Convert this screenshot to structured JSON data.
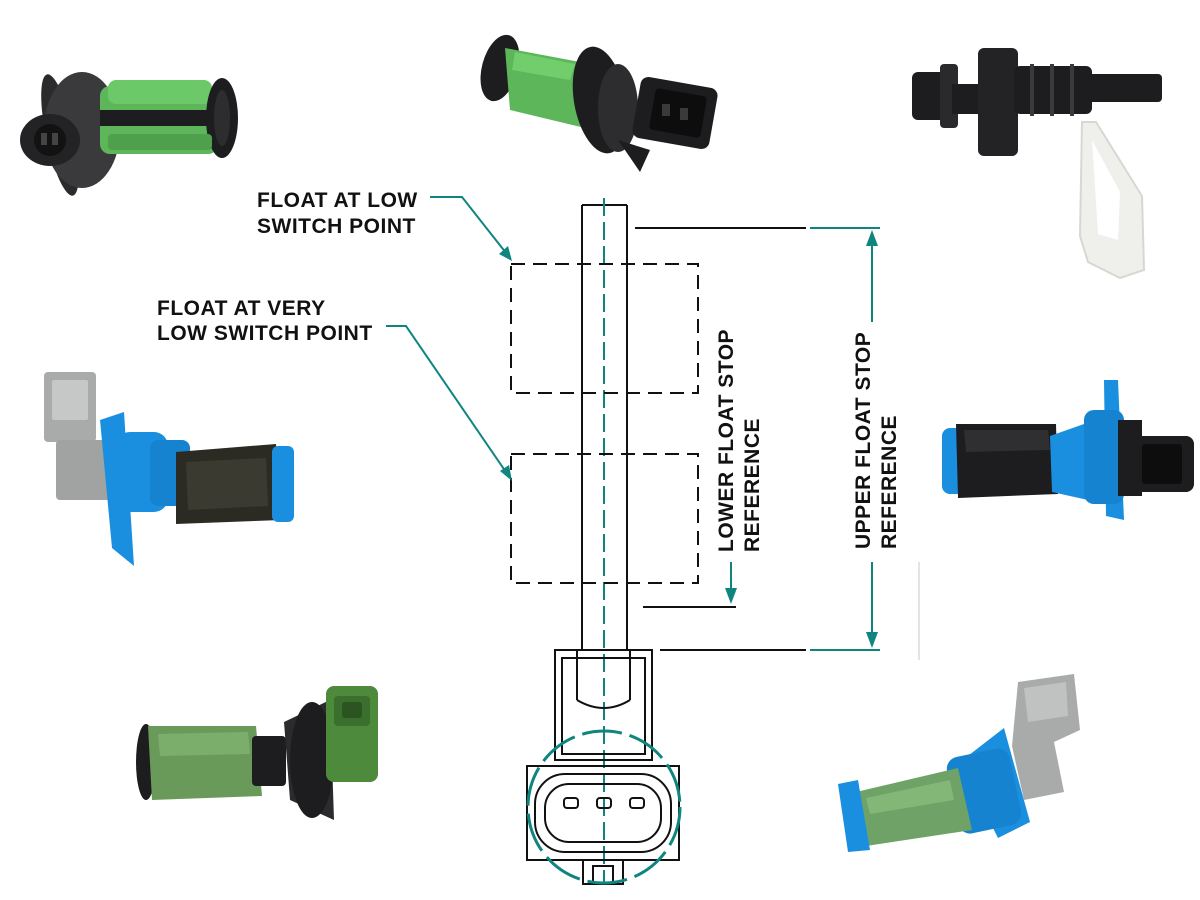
{
  "labels": {
    "low_switch_line1": "FLOAT AT LOW",
    "low_switch_line2": "SWITCH POINT",
    "very_low_line1": "FLOAT AT VERY",
    "very_low_line2": "LOW SWITCH POINT",
    "lower_stop_line1": "LOWER FLOAT STOP",
    "lower_stop_line2": "REFERENCE",
    "upper_stop_line1": "UPPER FLOAT STOP",
    "upper_stop_line2": "REFERENCE"
  },
  "colors": {
    "teal": "#0f8580",
    "ink": "#111111",
    "green": "#5db65a",
    "dark_green": "#4e8a3c",
    "blue": "#1a8fe0",
    "gray": "#a9abaa",
    "black_plastic": "#1d1d1f",
    "white_float": "#efefec"
  },
  "products": [
    {
      "name": "green sensor with dark flange and round connector"
    },
    {
      "name": "green sensor with square black connector"
    },
    {
      "name": "black sensor with white float arm"
    },
    {
      "name": "gray connector blue flange sensor with black float"
    },
    {
      "name": "blue flange sensor with black float and black connector"
    },
    {
      "name": "dark green sensor with green connector"
    },
    {
      "name": "gray elbow connector blue sensor with green float"
    }
  ]
}
